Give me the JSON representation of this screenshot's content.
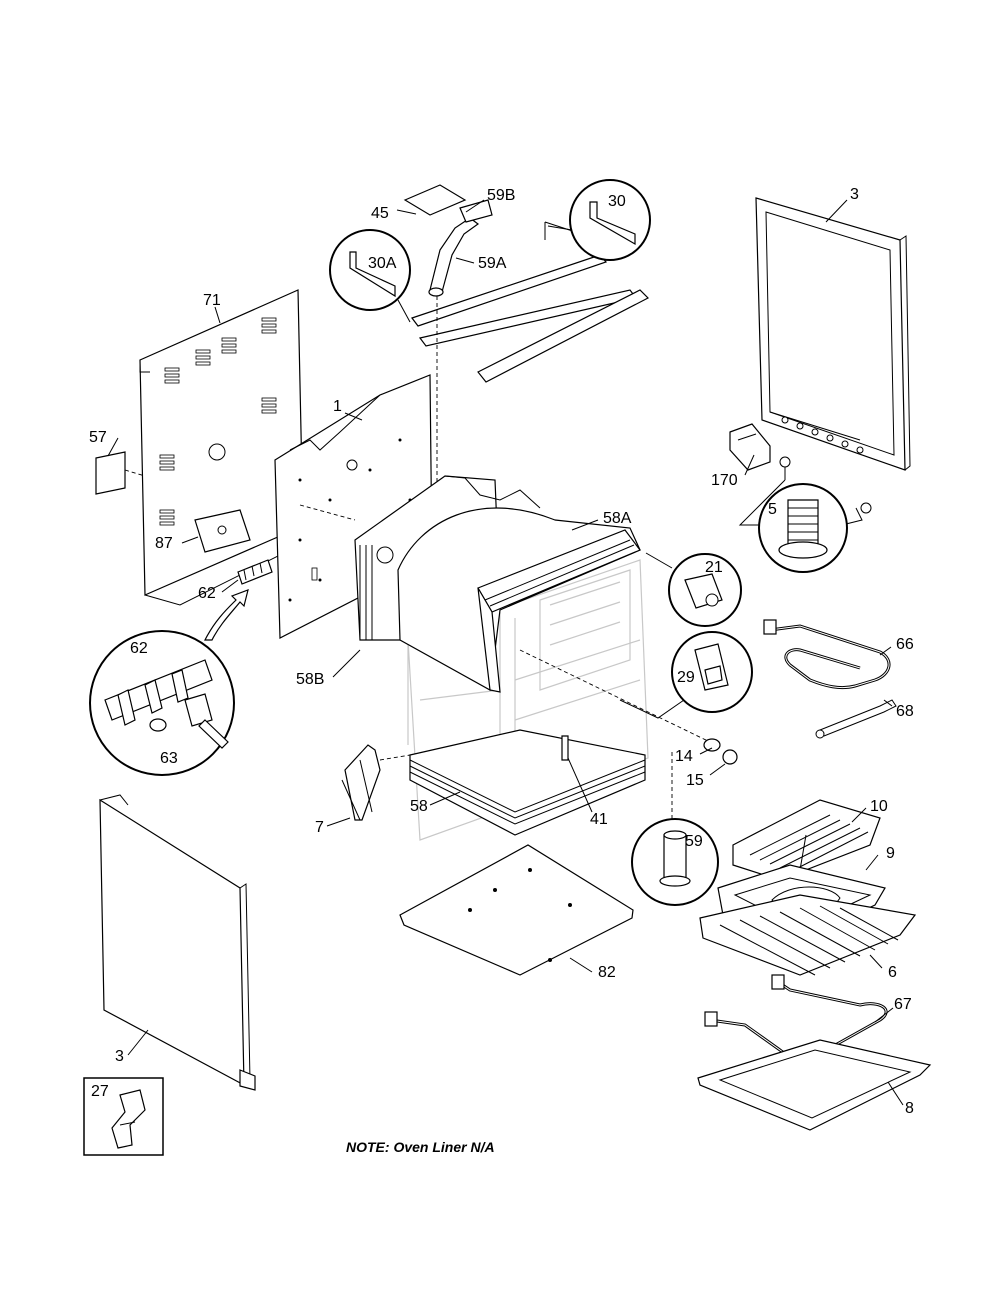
{
  "labels": {
    "l3a": "3",
    "l3b": "3",
    "l1": "1",
    "l5": "5",
    "l6": "6",
    "l7": "7",
    "l8": "8",
    "l9": "9",
    "l10": "10",
    "l14": "14",
    "l15": "15",
    "l21": "21",
    "l27": "27",
    "l29": "29",
    "l30": "30",
    "l30a": "30A",
    "l41": "41",
    "l45": "45",
    "l57": "57",
    "l58": "58",
    "l58a": "58A",
    "l58b": "58B",
    "l59": "59",
    "l59a": "59A",
    "l59b": "59B",
    "l62a": "62",
    "l62b": "62",
    "l63": "63",
    "l66": "66",
    "l67": "67",
    "l68": "68",
    "l71": "71",
    "l82": "82",
    "l87": "87",
    "l170": "170"
  },
  "note": "NOTE:  Oven Liner N/A"
}
